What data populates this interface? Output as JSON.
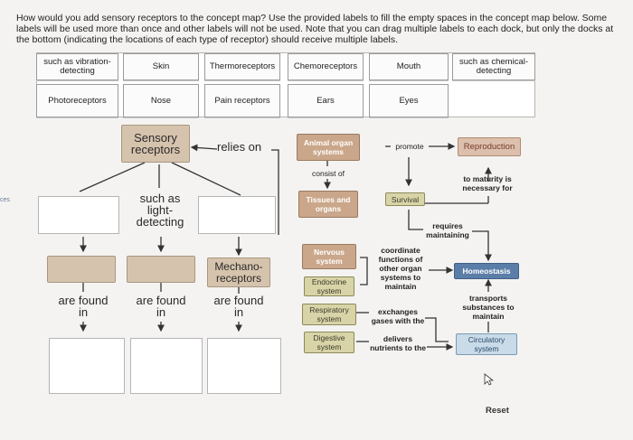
{
  "question": "How would you add sensory receptors to the concept map? Use the provided labels to fill the empty spaces in the concept map below. Some labels will be used more than once and other labels will not be used. Note that you can drag multiple labels to each dock, but only the docks at the bottom (indicating the locations of each type of receptor) should receive multiple labels.",
  "labels": [
    "such as vibration-detecting",
    "Skin",
    "Thermoreceptors",
    "Chemoreceptors",
    "Mouth",
    "such as chemical-detecting",
    "Photoreceptors",
    "Nose",
    "Pain receptors",
    "Ears",
    "Eyes"
  ],
  "map": {
    "sensory_receptors": "Sensory receptors",
    "relies_on": "relies on",
    "such_as_light": "such as light-detecting",
    "mechanoreceptors": "Mechano-receptors",
    "are_found_in": "are found in",
    "animal_organ_systems": "Animal organ systems",
    "consist_of": "consist of",
    "tissues_and_organs": "Tissues and organs",
    "promote": "promote",
    "reproduction": "Reproduction",
    "to_maturity": "to maturity is necessary for",
    "survival": "Survival",
    "requires_maintaining": "requires maintaining",
    "nervous_system": "Nervous system",
    "endocrine_system": "Endocrine system",
    "respiratory_system": "Respiratory system",
    "digestive_system": "Digestive system",
    "coordinate_functions": "coordinate functions of other organ systems to maintain",
    "homeostasis": "Homeostasis",
    "transports": "transports substances to maintain",
    "exchanges_gases": "exchanges gases with the",
    "delivers_nutrients": "delivers nutrients to the",
    "circulatory_system": "Circulatory system"
  },
  "reset": "Reset",
  "side_fragment": "ces"
}
